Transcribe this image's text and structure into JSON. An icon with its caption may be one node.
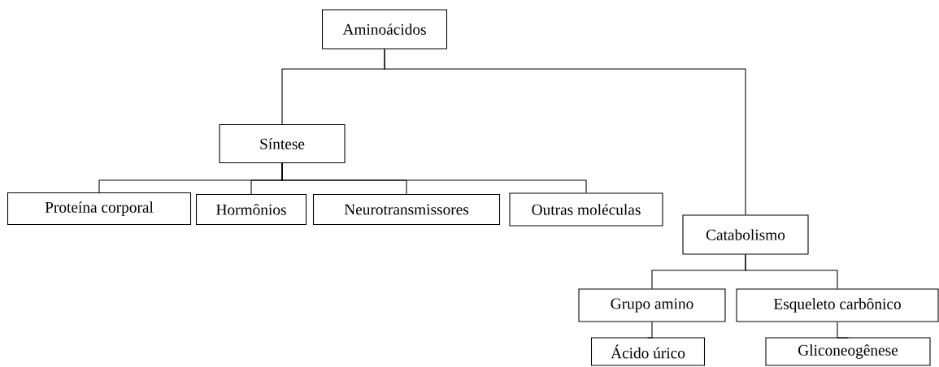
{
  "diagram": {
    "nodes": [
      {
        "text": [
          "Aminoácidos"
        ]
      },
      {
        "text": [
          "Síntese"
        ]
      },
      {
        "text": [
          "Proteína corporal"
        ]
      },
      {
        "text": [
          "Hormônios"
        ]
      },
      {
        "text": [
          "Neurotransmissores"
        ]
      },
      {
        "text": [
          "Outras moléculas"
        ]
      },
      {
        "text": [
          "Catabolismo"
        ]
      },
      {
        "text": [
          "Grupo amino"
        ]
      },
      {
        "text": [
          "Esqueleto carbônico"
        ]
      },
      {
        "text": [
          "Ácido úrico"
        ]
      },
      {
        "text": [
          "Gliconeogênese"
        ]
      }
    ],
    "edges": [
      {
        "from": 0,
        "to": 1,
        "arrow": "none"
      },
      {
        "from": 0,
        "to": 6,
        "arrow": "none"
      },
      {
        "from": 1,
        "to": 2,
        "arrow": "none"
      },
      {
        "from": 1,
        "to": 3,
        "arrow": "none"
      },
      {
        "from": 1,
        "to": 4,
        "arrow": "none"
      },
      {
        "from": 1,
        "to": 5,
        "arrow": "none"
      },
      {
        "from": 6,
        "to": 7,
        "arrow": "none"
      },
      {
        "from": 6,
        "to": 8,
        "arrow": "none"
      },
      {
        "from": 7,
        "to": 9,
        "arrow": "none"
      },
      {
        "from": 8,
        "to": 10,
        "arrow": "none"
      }
    ]
  }
}
